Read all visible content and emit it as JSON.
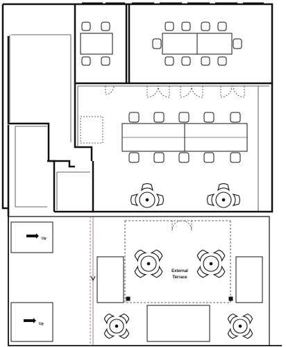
{
  "plan": {
    "terrace_label_line1": "External",
    "terrace_label_line2": "Terrace",
    "stair_label_upper": "Up",
    "stair_label_lower": "Up"
  },
  "colors": {
    "wall": "#111111",
    "line": "#333333",
    "boundary_dashed": "#d9534f",
    "background": "#ffffff"
  },
  "icons": {
    "chair": "chair-icon",
    "round_table": "round-table-icon",
    "stair_arrow": "stair-arrow-icon"
  }
}
